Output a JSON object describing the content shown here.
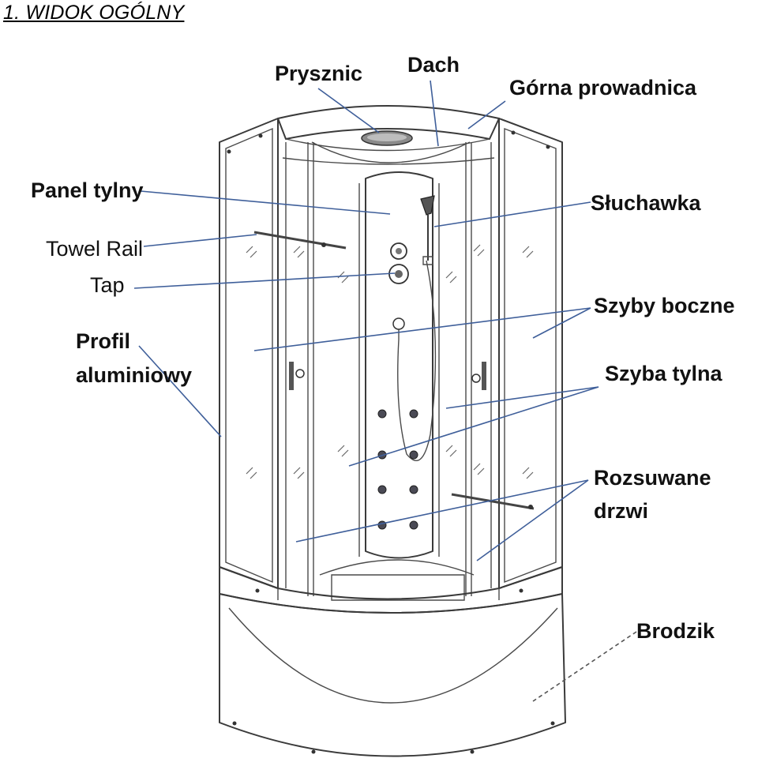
{
  "title": "1. WIDOK OGÓLNY",
  "labels": {
    "prysznic": "Prysznic",
    "dach": "Dach",
    "gorna_prowadnica": "Górna prowadnica",
    "panel_tylny": "Panel tylny",
    "sluchawka": "Słuchawka",
    "towel_rail": "Towel Rail",
    "tap": "Tap",
    "szyby_boczne": "Szyby boczne",
    "profil_line1": "Profil",
    "profil_line2": "aluminiowy",
    "szyba_tylna": "Szyba tylna",
    "rozsuwane_line1": "Rozsuwane",
    "rozsuwane_line2": "drzwi",
    "brodzik": "Brodzik"
  }
}
